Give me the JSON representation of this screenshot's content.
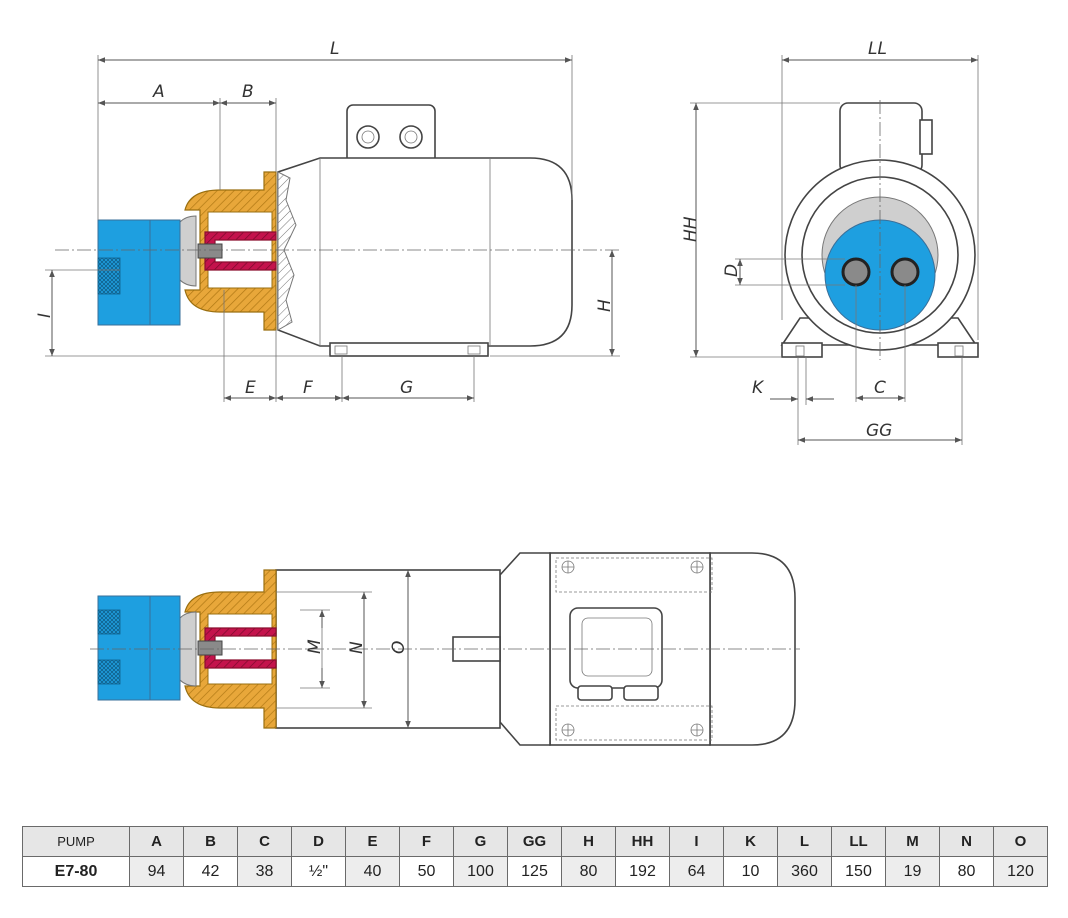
{
  "labels": {
    "L": "L",
    "A": "A",
    "B": "B",
    "E": "E",
    "F": "F",
    "G": "G",
    "H": "H",
    "I": "I",
    "LL": "LL",
    "HH": "HH",
    "D": "D",
    "K": "K",
    "C": "C",
    "GG": "GG",
    "M": "M",
    "N": "N",
    "O": "O"
  },
  "table": {
    "headers": [
      "PUMP",
      "A",
      "B",
      "C",
      "D",
      "E",
      "F",
      "G",
      "GG",
      "H",
      "HH",
      "I",
      "K",
      "L",
      "LL",
      "M",
      "N",
      "O"
    ],
    "row": [
      "E7-80",
      "94",
      "42",
      "38",
      "½\"",
      "40",
      "50",
      "100",
      "125",
      "80",
      "192",
      "64",
      "10",
      "360",
      "150",
      "19",
      "80",
      "120"
    ]
  },
  "colors": {
    "pump_blue": "#1e9fe0",
    "flange_gold": "#e8a73a",
    "coupling_red": "#c4134c"
  }
}
